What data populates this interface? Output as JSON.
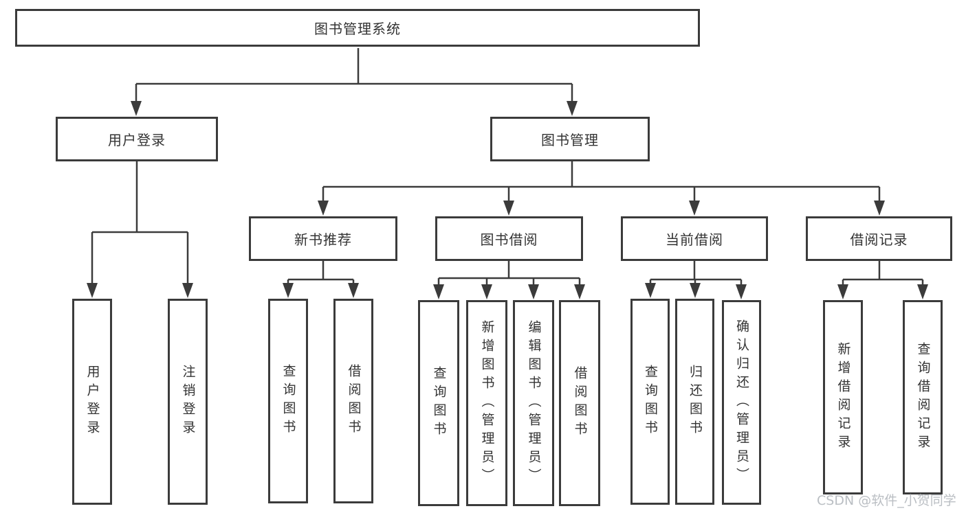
{
  "tree": {
    "label": "图书管理系统",
    "children": [
      {
        "label": "用户登录",
        "children": [
          {
            "label": "用户登录"
          },
          {
            "label": "注销登录"
          }
        ]
      },
      {
        "label": "图书管理",
        "children": [
          {
            "label": "新书推荐",
            "children": [
              {
                "label": "查询图书"
              },
              {
                "label": "借阅图书"
              }
            ]
          },
          {
            "label": "图书借阅",
            "children": [
              {
                "label": "查询图书"
              },
              {
                "label": "新增图书（管理员）"
              },
              {
                "label": "编辑图书（管理员）"
              },
              {
                "label": "借阅图书"
              }
            ]
          },
          {
            "label": "当前借阅",
            "children": [
              {
                "label": "查询图书"
              },
              {
                "label": "归还图书"
              },
              {
                "label": "确认归还（管理员）"
              }
            ]
          },
          {
            "label": "借阅记录",
            "children": [
              {
                "label": "新增借阅记录"
              },
              {
                "label": "查询借阅记录"
              }
            ]
          }
        ]
      }
    ]
  },
  "watermark": {
    "text": "CSDN @软件_小贺同学"
  },
  "colors": {
    "line": "#3b3b3b",
    "text": "#333333",
    "watermark": "#b3b8bd",
    "background": "#ffffff"
  }
}
